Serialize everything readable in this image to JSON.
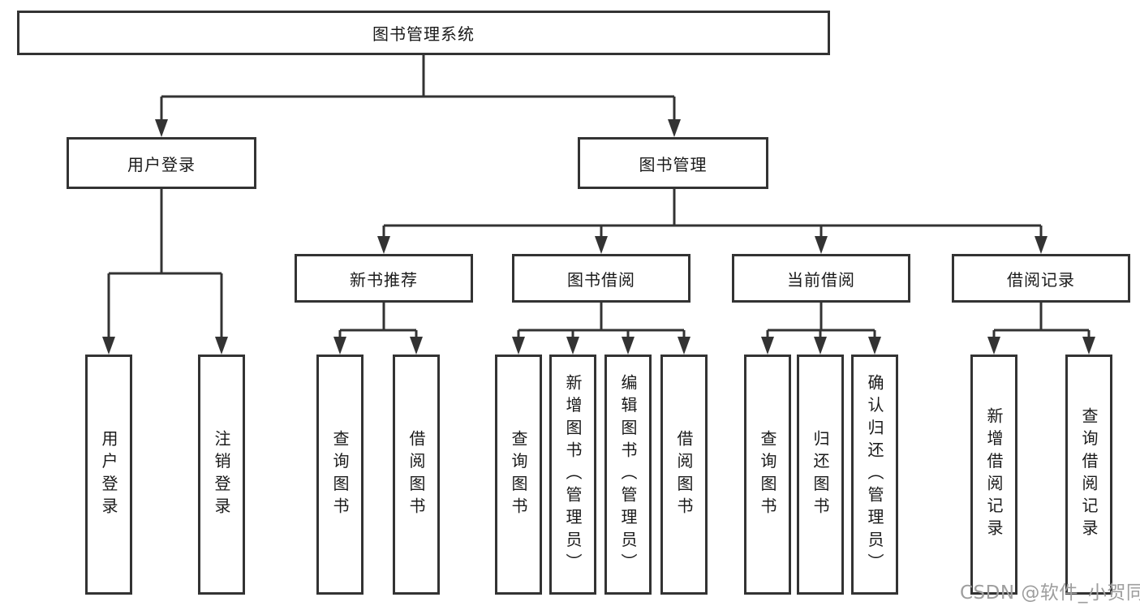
{
  "diagram_type": "tree",
  "tree": {
    "label": "图书管理系统",
    "children": [
      {
        "label": "用户登录",
        "children": [
          {
            "label": "用户登录"
          },
          {
            "label": "注销登录"
          }
        ]
      },
      {
        "label": "图书管理",
        "children": [
          {
            "label": "新书推荐",
            "children": [
              {
                "label": "查询图书"
              },
              {
                "label": "借阅图书"
              }
            ]
          },
          {
            "label": "图书借阅",
            "children": [
              {
                "label": "查询图书"
              },
              {
                "label": "新增图书（管理员）"
              },
              {
                "label": "编辑图书（管理员）"
              },
              {
                "label": "借阅图书"
              }
            ]
          },
          {
            "label": "当前借阅",
            "children": [
              {
                "label": "查询图书"
              },
              {
                "label": "归还图书"
              },
              {
                "label": "确认归还（管理员）"
              }
            ]
          },
          {
            "label": "借阅记录",
            "children": [
              {
                "label": "新增借阅记录"
              },
              {
                "label": "查询借阅记录"
              }
            ]
          }
        ]
      }
    ]
  },
  "watermark": {
    "text": "CSDN @软件_小贺同学"
  },
  "colors": {
    "line": "#333333",
    "box_border": "#333333",
    "text": "#1a1a1a",
    "watermark": "#9e9e9e",
    "background": "#ffffff"
  }
}
